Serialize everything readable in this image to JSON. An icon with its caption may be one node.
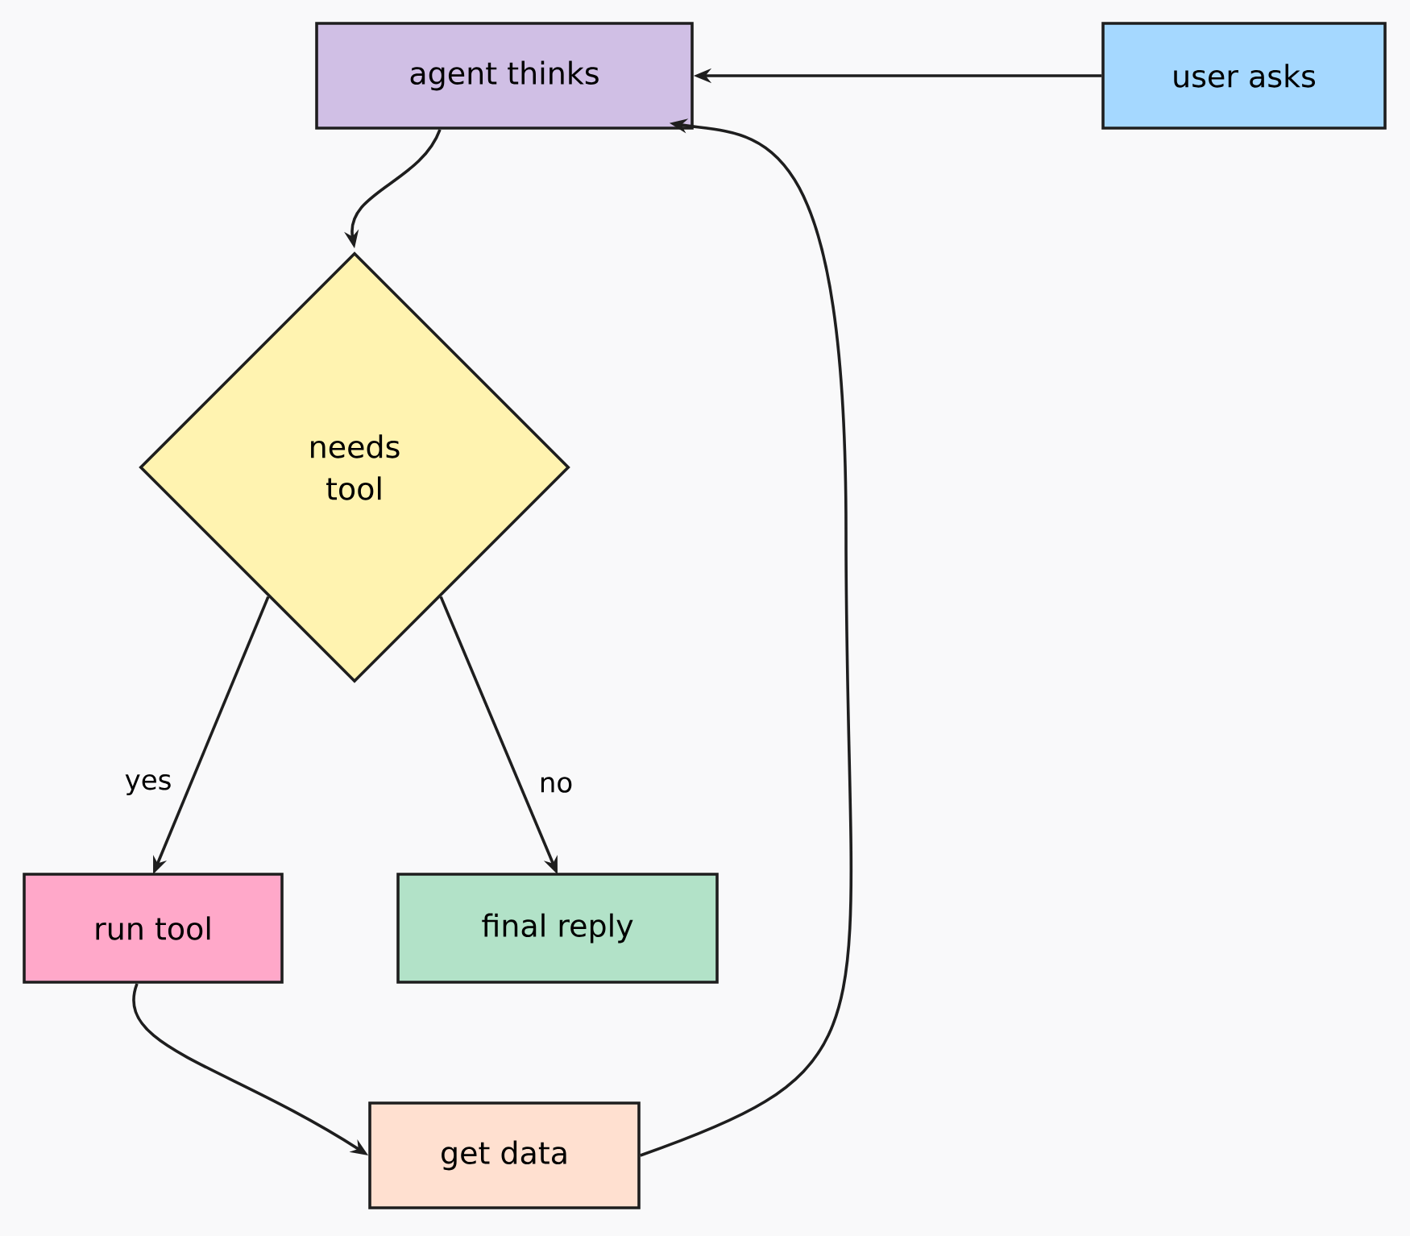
{
  "diagram": {
    "nodes": [
      {
        "text": [
          "agent thinks"
        ]
      },
      {
        "text": [
          "user asks"
        ]
      },
      {
        "text": [
          "needs tool"
        ]
      },
      {
        "text": [
          "run tool"
        ]
      },
      {
        "text": [
          "final reply"
        ]
      },
      {
        "text": [
          "get data"
        ]
      }
    ],
    "edges": [
      {
        "from": 1,
        "to": 0,
        "arrow": "to"
      },
      {
        "from": 0,
        "to": 2,
        "arrow": "to"
      },
      {
        "from": 2,
        "to": 3,
        "arrow": "to",
        "label": "yes"
      },
      {
        "from": 2,
        "to": 4,
        "arrow": "to",
        "label": "no"
      },
      {
        "from": 3,
        "to": 5,
        "arrow": "to"
      },
      {
        "from": 5,
        "to": 0,
        "arrow": "to"
      }
    ]
  }
}
